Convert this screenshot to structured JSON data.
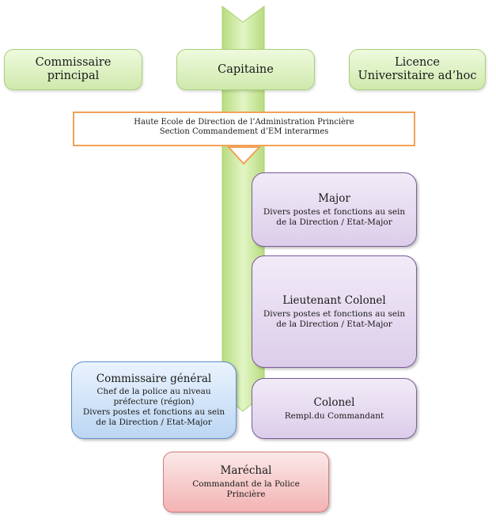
{
  "top_row": {
    "left": {
      "line1": "Commissaire",
      "line2": "principal"
    },
    "center": {
      "label": "Capitaine"
    },
    "right": {
      "line1": "Licence",
      "line2": "Universitaire ad’hoc"
    }
  },
  "school": {
    "line1": "Haute Ecole de Direction de l’Administration Princière",
    "line2": "Section Commandement d’EM interarmes"
  },
  "major": {
    "title": "Major",
    "desc1": "Divers postes et fonctions au sein",
    "desc2": "de la Direction / Etat-Major"
  },
  "lieutenant_colonel": {
    "title": "Lieutenant Colonel",
    "desc1": "Divers postes et fonctions au sein",
    "desc2": "de la Direction / Etat-Major"
  },
  "colonel": {
    "title": "Colonel",
    "desc1": "Rempl.du Commandant"
  },
  "commissaire_general": {
    "title": "Commissaire général",
    "desc1": "Chef de la police au niveau",
    "desc2": "préfecture (région)",
    "desc3": "Divers postes et fonctions au sein",
    "desc4": "de la Direction / Etat-Major"
  },
  "marechal": {
    "title": "Maréchal",
    "desc1": "Commandant de la Police",
    "desc2": "Princière"
  },
  "colors": {
    "spine_green": "#c8e89a",
    "school_border": "#f1a255",
    "purple_border": "#7a5a9a",
    "blue_border": "#5f8fca",
    "red_border": "#d37a7a"
  }
}
